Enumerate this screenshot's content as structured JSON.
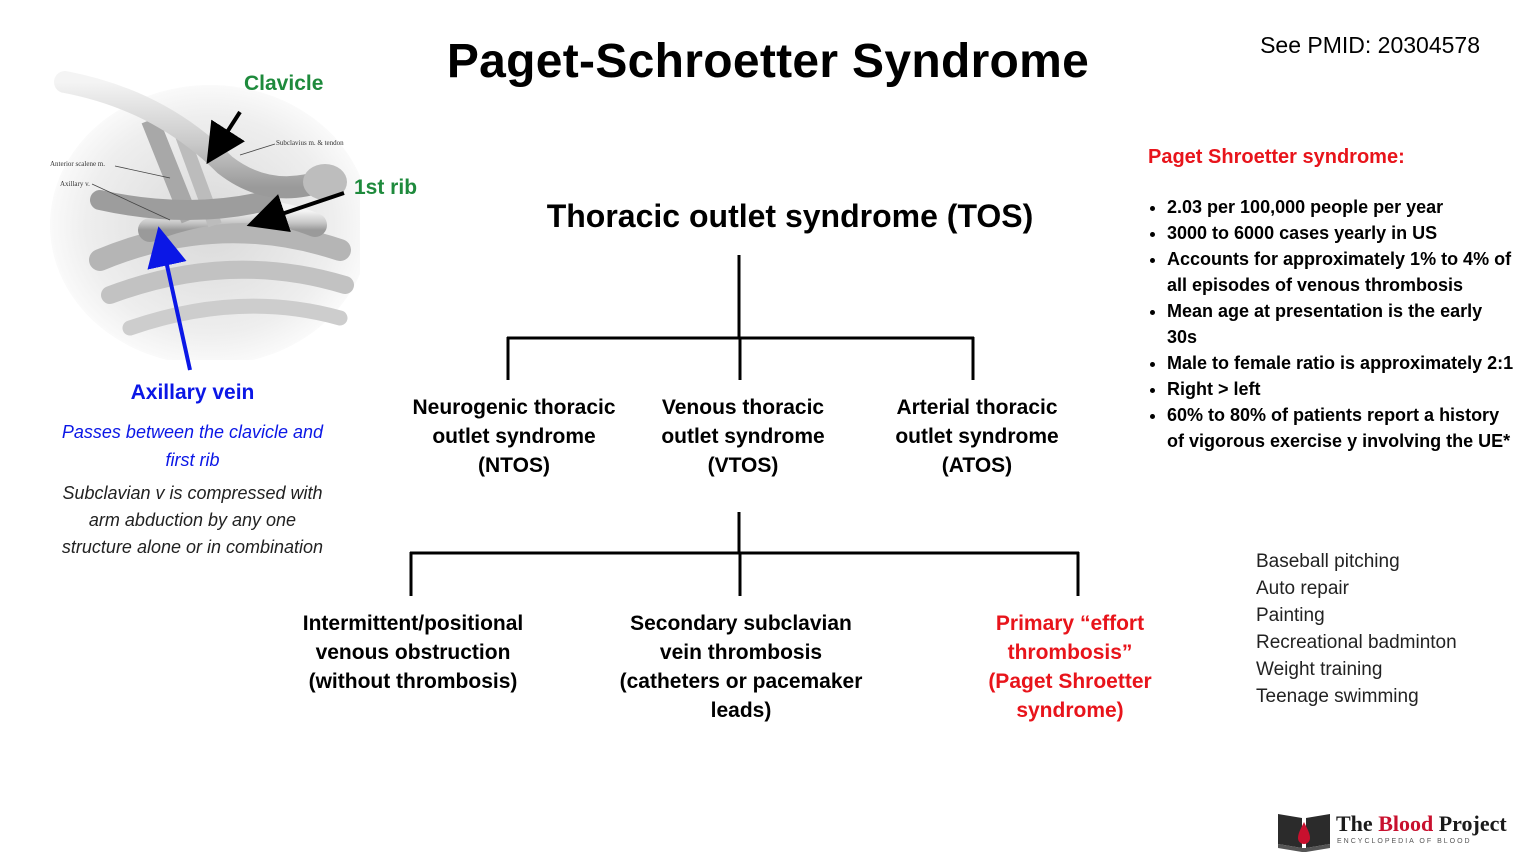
{
  "title": "Paget-Schroetter Syndrome",
  "reference": "See PMID: 20304578",
  "anatomy": {
    "label_clavicle": "Clavicle",
    "label_first_rib": "1st rib",
    "label_axillary_vein": "Axillary vein",
    "small_labels": {
      "subclavius": "Subclavius m. & tendon",
      "anterior_scalene": "Anterior scalene m.",
      "axillary_v": "Axillary v."
    },
    "axillary_description": "Passes between the clavicle and first rib",
    "subclavian_description": "Subclavian v is compressed with arm abduction by any one structure alone or in combination"
  },
  "tree": {
    "root": "Thoracic outlet syndrome (TOS)",
    "level1": [
      {
        "label": "Neurogenic thoracic outlet syndrome (NTOS)"
      },
      {
        "label": "Venous thoracic outlet syndrome (VTOS)"
      },
      {
        "label": "Arterial thoracic outlet syndrome (ATOS)"
      }
    ],
    "level2": [
      {
        "label": "Intermittent/positional venous obstruction (without thrombosis)"
      },
      {
        "label": "Secondary subclavian vein thrombosis (catheters or pacemaker leads)"
      },
      {
        "label": "Primary “effort thrombosis” (Paget Shroetter syndrome)"
      }
    ]
  },
  "facts": {
    "heading": "Paget Shroetter syndrome:",
    "items": [
      "2.03 per 100,000 people per year",
      "3000 to 6000 cases yearly in US",
      "Accounts for approximately 1% to 4% of all episodes of venous thrombosis",
      "Mean age at presentation is the early 30s",
      "Male to female ratio is approximately 2:1",
      "Right > left",
      " 60% to 80% of patients report a history of vigorous exercise y involving the UE*"
    ]
  },
  "activities": [
    "Baseball pitching",
    "Auto repair",
    "Painting",
    "Recreational badminton",
    "Weight training",
    "Teenage swimming"
  ],
  "logo": {
    "name_part1": "The ",
    "name_part2": "Blood",
    "name_part3": " Project",
    "tagline": "ENCYCLOPEDIA OF BLOOD"
  },
  "colors": {
    "highlight_red": "#e8141b",
    "anatomy_green": "#1e8a3c",
    "vein_blue": "#0b17e6"
  }
}
